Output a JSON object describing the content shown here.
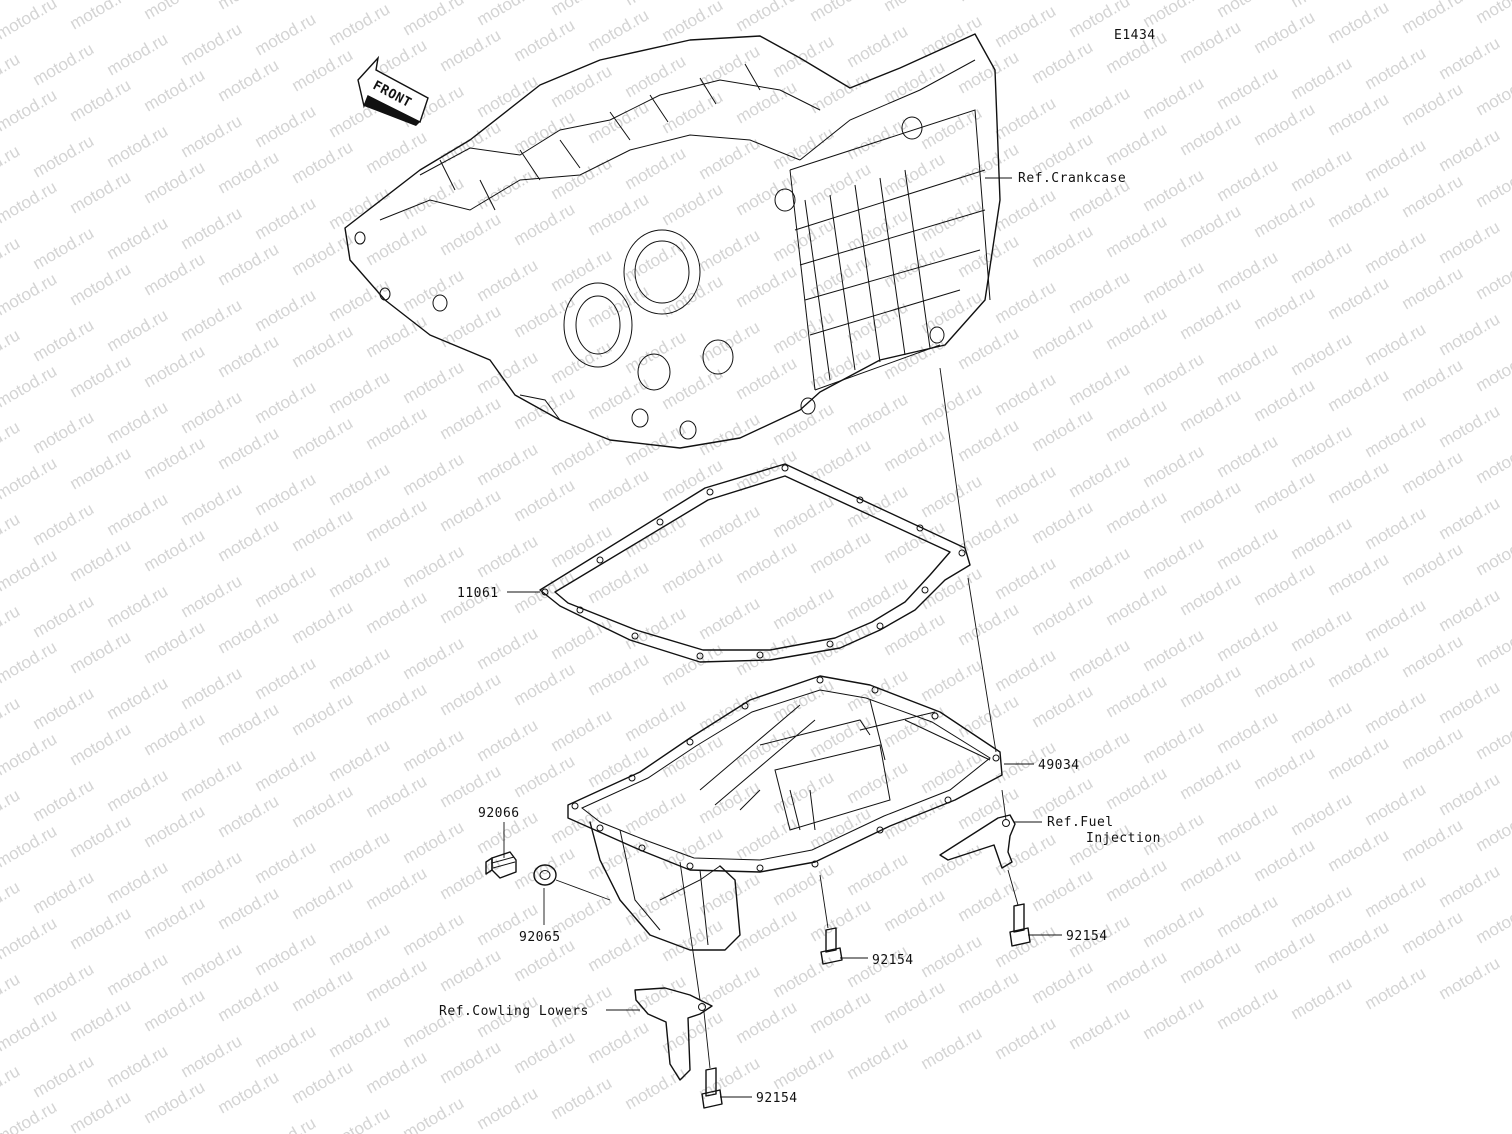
{
  "diagram": {
    "code": "E1434",
    "front_label": "FRONT",
    "watermark": "motod.ru",
    "labels": {
      "crankcase": "Ref.Crankcase",
      "gasket": "11061",
      "oil_pan": "49034",
      "fuel_injection_1": "Ref.Fuel",
      "fuel_injection_2": "Injection",
      "drain_plug": "92066",
      "washer": "92065",
      "bolt_center": "92154",
      "bolt_right": "92154",
      "bolt_bottom": "92154",
      "cowling": "Ref.Cowling Lowers"
    }
  }
}
